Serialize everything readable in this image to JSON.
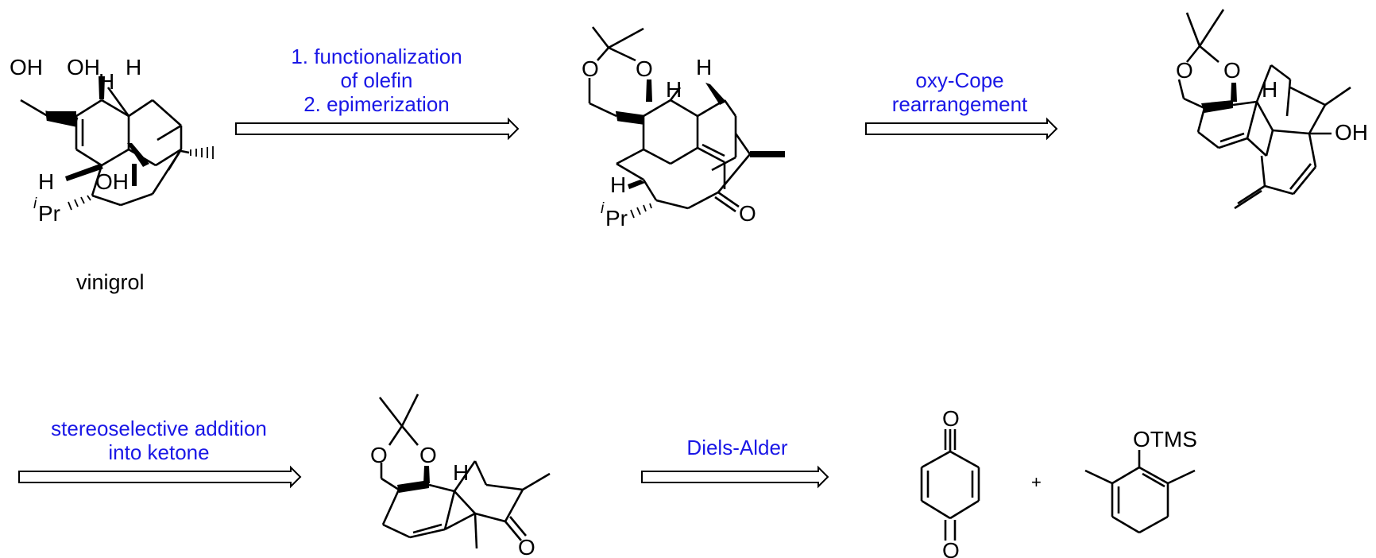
{
  "atoms": {
    "oh": "OH",
    "h": "H",
    "o": "O",
    "ipr_sup": "i",
    "ipr_main": "Pr",
    "otms": "OTMS",
    "plus": "+"
  },
  "compound_name": "vinigrol",
  "steps": {
    "step1_line1": "1. functionalization",
    "step1_line2": "of olefin",
    "step1_line3": "2. epimerization",
    "step2_line1": "oxy-Cope",
    "step2_line2": "rearrangement",
    "step3_line1": "stereoselective addition",
    "step3_line2": "into ketone",
    "step4_line1": "Diels-Alder"
  },
  "colors": {
    "reagent_text": "#1a17e6",
    "bonds": "#000000"
  }
}
